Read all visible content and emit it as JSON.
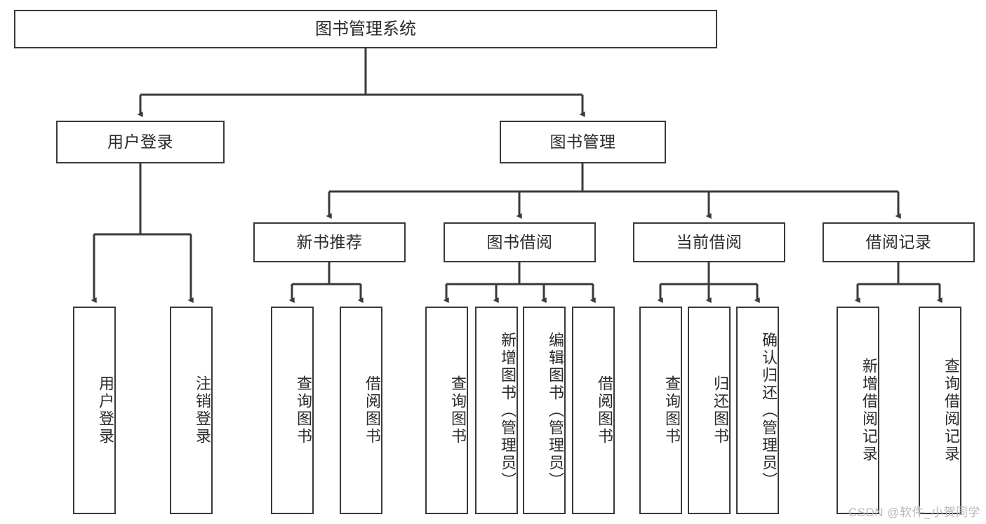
{
  "diagram": {
    "title": "图书管理系统",
    "type": "hierarchy-tree",
    "root": {
      "id": "root",
      "label": "图书管理系统"
    },
    "level2": [
      {
        "id": "user-login",
        "label": "用户登录"
      },
      {
        "id": "book-management",
        "label": "图书管理"
      }
    ],
    "level3": [
      {
        "id": "new-book-recommend",
        "label": "新书推荐"
      },
      {
        "id": "book-borrow",
        "label": "图书借阅"
      },
      {
        "id": "current-borrow",
        "label": "当前借阅"
      },
      {
        "id": "borrow-record",
        "label": "借阅记录"
      }
    ],
    "leaves": {
      "user_login": [
        {
          "id": "leaf-user-login",
          "label": "用户登录"
        },
        {
          "id": "leaf-logout",
          "label": "注销登录"
        }
      ],
      "new_book_recommend": [
        {
          "id": "leaf-query-book-1",
          "label": "查询图书"
        },
        {
          "id": "leaf-borrow-book-1",
          "label": "借阅图书"
        }
      ],
      "book_borrow": [
        {
          "id": "leaf-query-book-2",
          "label": "查询图书"
        },
        {
          "id": "leaf-add-book",
          "label": "新增图书（管理员）"
        },
        {
          "id": "leaf-edit-book",
          "label": "编辑图书（管理员）"
        },
        {
          "id": "leaf-borrow-book-2",
          "label": "借阅图书"
        }
      ],
      "current_borrow": [
        {
          "id": "leaf-query-book-3",
          "label": "查询图书"
        },
        {
          "id": "leaf-return-book",
          "label": "归还图书"
        },
        {
          "id": "leaf-confirm-return",
          "label": "确认归还（管理员）"
        }
      ],
      "borrow_record": [
        {
          "id": "leaf-add-record",
          "label": "新增借阅记录"
        },
        {
          "id": "leaf-query-record",
          "label": "查询借阅记录"
        }
      ]
    }
  },
  "watermark": {
    "text": "CSDN @软件_小贺同学"
  },
  "colors": {
    "stroke": "#3a3a3a",
    "text": "#2b2b2b",
    "background": "#ffffff",
    "watermark": "#b9b9b9"
  }
}
